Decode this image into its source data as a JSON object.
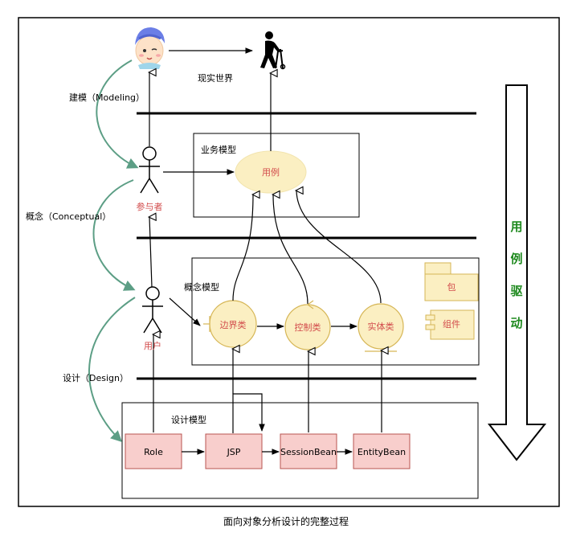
{
  "real_world": {
    "label": "现实世界"
  },
  "business_model": {
    "label": "业务模型",
    "use_case": "用例"
  },
  "concept_model": {
    "label": "概念模型",
    "boundary": "边界类",
    "control": "控制类",
    "entity": "实体类",
    "package": "包",
    "component": "组件"
  },
  "design_model": {
    "label": "设计模型",
    "boxes": [
      "Role",
      "JSP",
      "SessionBean",
      "EntityBean"
    ]
  },
  "actors": {
    "participant": "参与者",
    "user": "用户"
  },
  "transitions": {
    "modeling": "建模（Modeling）",
    "conceptual": "概念（Conceptual）",
    "design": "设计（Design）"
  },
  "side_arrow": {
    "chars": [
      "用",
      "例",
      "驱",
      "动"
    ]
  },
  "caption": "面向对象分析设计的完整过程",
  "colors": {
    "ellipse_fill": "#fbefc2",
    "ellipse_stroke": "#d6b656",
    "pink_fill": "#f8cecc",
    "pink_stroke": "#b85450",
    "red_text": "#d24b4b",
    "green_arrow": "#5c9e85",
    "green_text": "#1f8a1f"
  },
  "icons": [
    "person-face-icon",
    "elderly-walker-icon"
  ]
}
